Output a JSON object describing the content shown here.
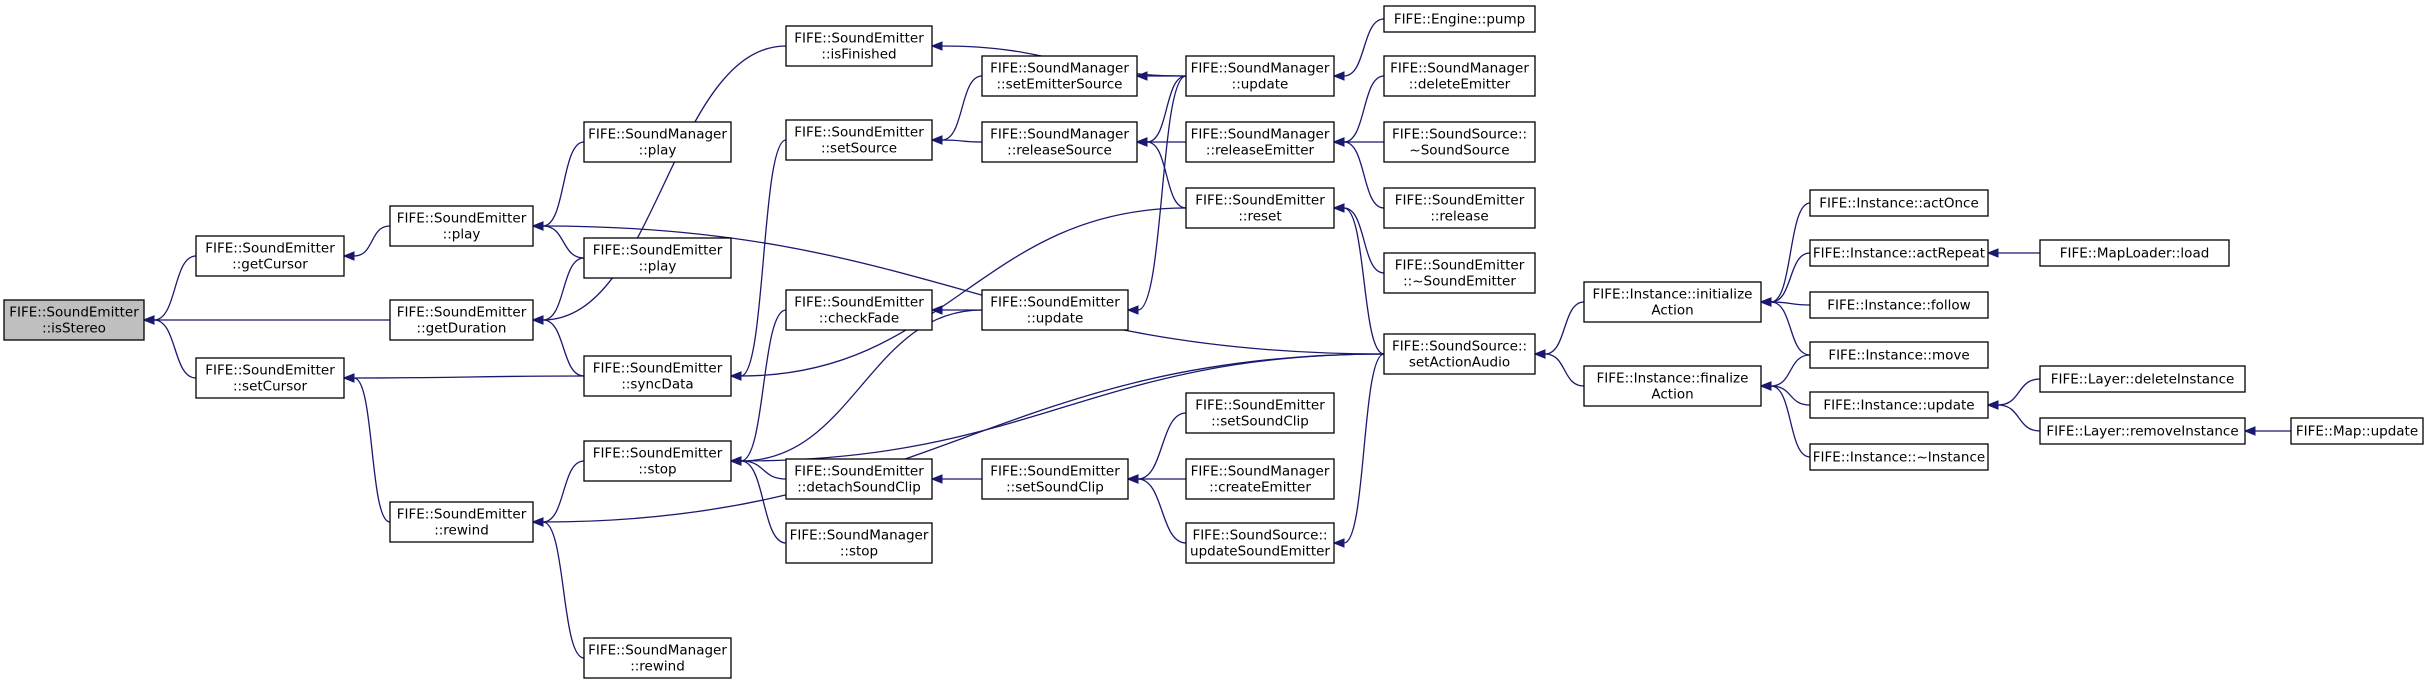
{
  "diagram": {
    "kind": "caller-graph",
    "nodes": [
      {
        "id": "isStereo",
        "lines": [
          "FIFE::SoundEmitter",
          "::isStereo"
        ],
        "highlighted": true
      },
      {
        "id": "getCursor",
        "lines": [
          "FIFE::SoundEmitter",
          "::getCursor"
        ]
      },
      {
        "id": "setCursor",
        "lines": [
          "FIFE::SoundEmitter",
          "::setCursor"
        ]
      },
      {
        "id": "play",
        "lines": [
          "FIFE::SoundEmitter",
          "::play"
        ]
      },
      {
        "id": "getDuration",
        "lines": [
          "FIFE::SoundEmitter",
          "::getDuration"
        ]
      },
      {
        "id": "rewind",
        "lines": [
          "FIFE::SoundEmitter",
          "::rewind"
        ]
      },
      {
        "id": "smPlay",
        "lines": [
          "FIFE::SoundManager",
          "::play"
        ]
      },
      {
        "id": "sePlay2",
        "lines": [
          "FIFE::SoundEmitter",
          "::play"
        ]
      },
      {
        "id": "syncData",
        "lines": [
          "FIFE::SoundEmitter",
          "::syncData"
        ]
      },
      {
        "id": "stop",
        "lines": [
          "FIFE::SoundEmitter",
          "::stop"
        ]
      },
      {
        "id": "smRewind",
        "lines": [
          "FIFE::SoundManager",
          "::rewind"
        ]
      },
      {
        "id": "isFinished",
        "lines": [
          "FIFE::SoundEmitter",
          "::isFinished"
        ]
      },
      {
        "id": "setSource",
        "lines": [
          "FIFE::SoundEmitter",
          "::setSource"
        ]
      },
      {
        "id": "checkFade",
        "lines": [
          "FIFE::SoundEmitter",
          "::checkFade"
        ]
      },
      {
        "id": "detachSoundClip",
        "lines": [
          "FIFE::SoundEmitter",
          "::detachSoundClip"
        ]
      },
      {
        "id": "smStop",
        "lines": [
          "FIFE::SoundManager",
          "::stop"
        ]
      },
      {
        "id": "setEmitterSource",
        "lines": [
          "FIFE::SoundManager",
          "::setEmitterSource"
        ]
      },
      {
        "id": "releaseSource",
        "lines": [
          "FIFE::SoundManager",
          "::releaseSource"
        ]
      },
      {
        "id": "seUpdate",
        "lines": [
          "FIFE::SoundEmitter",
          "::update"
        ]
      },
      {
        "id": "setSoundClip",
        "lines": [
          "FIFE::SoundEmitter",
          "::setSoundClip"
        ]
      },
      {
        "id": "smUpdate",
        "lines": [
          "FIFE::SoundManager",
          "::update"
        ]
      },
      {
        "id": "releaseEmitter",
        "lines": [
          "FIFE::SoundManager",
          "::releaseEmitter"
        ]
      },
      {
        "id": "reset",
        "lines": [
          "FIFE::SoundEmitter",
          "::reset"
        ]
      },
      {
        "id": "setSoundClipOuter",
        "lines": [
          "FIFE::SoundEmitter",
          "::setSoundClip"
        ]
      },
      {
        "id": "createEmitter",
        "lines": [
          "FIFE::SoundManager",
          "::createEmitter"
        ]
      },
      {
        "id": "updateSoundEmitter",
        "lines": [
          "FIFE::SoundSource::",
          "updateSoundEmitter"
        ]
      },
      {
        "id": "enginePump",
        "lines": [
          "FIFE::Engine::pump"
        ]
      },
      {
        "id": "deleteEmitter",
        "lines": [
          "FIFE::SoundManager",
          "::deleteEmitter"
        ]
      },
      {
        "id": "ssDtor",
        "lines": [
          "FIFE::SoundSource::",
          "~SoundSource"
        ]
      },
      {
        "id": "seRelease",
        "lines": [
          "FIFE::SoundEmitter",
          "::release"
        ]
      },
      {
        "id": "seDtor",
        "lines": [
          "FIFE::SoundEmitter",
          "::~SoundEmitter"
        ]
      },
      {
        "id": "setActionAudio",
        "lines": [
          "FIFE::SoundSource::",
          "setActionAudio"
        ]
      },
      {
        "id": "initializeAction",
        "lines": [
          "FIFE::Instance::initialize",
          "Action"
        ]
      },
      {
        "id": "finalizeAction",
        "lines": [
          "FIFE::Instance::finalize",
          "Action"
        ]
      },
      {
        "id": "actOnce",
        "lines": [
          "FIFE::Instance::actOnce"
        ]
      },
      {
        "id": "actRepeat",
        "lines": [
          "FIFE::Instance::actRepeat"
        ]
      },
      {
        "id": "follow",
        "lines": [
          "FIFE::Instance::follow"
        ]
      },
      {
        "id": "move",
        "lines": [
          "FIFE::Instance::move"
        ]
      },
      {
        "id": "instUpdate",
        "lines": [
          "FIFE::Instance::update"
        ]
      },
      {
        "id": "instDtor",
        "lines": [
          "FIFE::Instance::~Instance"
        ]
      },
      {
        "id": "mapLoaderLoad",
        "lines": [
          "FIFE::MapLoader::load"
        ]
      },
      {
        "id": "deleteInstance",
        "lines": [
          "FIFE::Layer::deleteInstance"
        ]
      },
      {
        "id": "removeInstance",
        "lines": [
          "FIFE::Layer::removeInstance"
        ]
      },
      {
        "id": "mapUpdate",
        "lines": [
          "FIFE::Map::update"
        ]
      }
    ],
    "edges": [
      [
        "getCursor",
        "isStereo"
      ],
      [
        "getDuration",
        "isStereo"
      ],
      [
        "setCursor",
        "isStereo"
      ],
      [
        "play",
        "getCursor"
      ],
      [
        "syncData",
        "setCursor"
      ],
      [
        "rewind",
        "setCursor"
      ],
      [
        "smPlay",
        "play"
      ],
      [
        "sePlay2",
        "play"
      ],
      [
        "setActionAudio",
        "play"
      ],
      [
        "sePlay2",
        "getDuration"
      ],
      [
        "syncData",
        "getDuration"
      ],
      [
        "isFinished",
        "getDuration"
      ],
      [
        "stop",
        "rewind"
      ],
      [
        "smRewind",
        "rewind"
      ],
      [
        "setActionAudio",
        "rewind"
      ],
      [
        "setSource",
        "syncData"
      ],
      [
        "reset",
        "syncData"
      ],
      [
        "checkFade",
        "stop"
      ],
      [
        "detachSoundClip",
        "stop"
      ],
      [
        "smStop",
        "stop"
      ],
      [
        "seUpdate",
        "stop"
      ],
      [
        "setActionAudio",
        "stop"
      ],
      [
        "smUpdate",
        "isFinished"
      ],
      [
        "setEmitterSource",
        "setSource"
      ],
      [
        "releaseSource",
        "setSource"
      ],
      [
        "seUpdate",
        "checkFade"
      ],
      [
        "setSoundClip",
        "detachSoundClip"
      ],
      [
        "smUpdate",
        "setEmitterSource"
      ],
      [
        "smUpdate",
        "releaseSource"
      ],
      [
        "releaseEmitter",
        "releaseSource"
      ],
      [
        "reset",
        "releaseSource"
      ],
      [
        "smUpdate",
        "seUpdate"
      ],
      [
        "setSoundClipOuter",
        "setSoundClip"
      ],
      [
        "createEmitter",
        "setSoundClip"
      ],
      [
        "updateSoundEmitter",
        "setSoundClip"
      ],
      [
        "enginePump",
        "smUpdate"
      ],
      [
        "deleteEmitter",
        "releaseEmitter"
      ],
      [
        "ssDtor",
        "releaseEmitter"
      ],
      [
        "seRelease",
        "releaseEmitter"
      ],
      [
        "seDtor",
        "reset"
      ],
      [
        "setActionAudio",
        "reset"
      ],
      [
        "setActionAudio",
        "updateSoundEmitter"
      ],
      [
        "initializeAction",
        "setActionAudio"
      ],
      [
        "finalizeAction",
        "setActionAudio"
      ],
      [
        "actOnce",
        "initializeAction"
      ],
      [
        "actRepeat",
        "initializeAction"
      ],
      [
        "follow",
        "initializeAction"
      ],
      [
        "move",
        "initializeAction"
      ],
      [
        "move",
        "finalizeAction"
      ],
      [
        "instUpdate",
        "finalizeAction"
      ],
      [
        "instDtor",
        "finalizeAction"
      ],
      [
        "mapLoaderLoad",
        "actRepeat"
      ],
      [
        "deleteInstance",
        "instUpdate"
      ],
      [
        "removeInstance",
        "instUpdate"
      ],
      [
        "mapUpdate",
        "removeInstance"
      ]
    ]
  }
}
